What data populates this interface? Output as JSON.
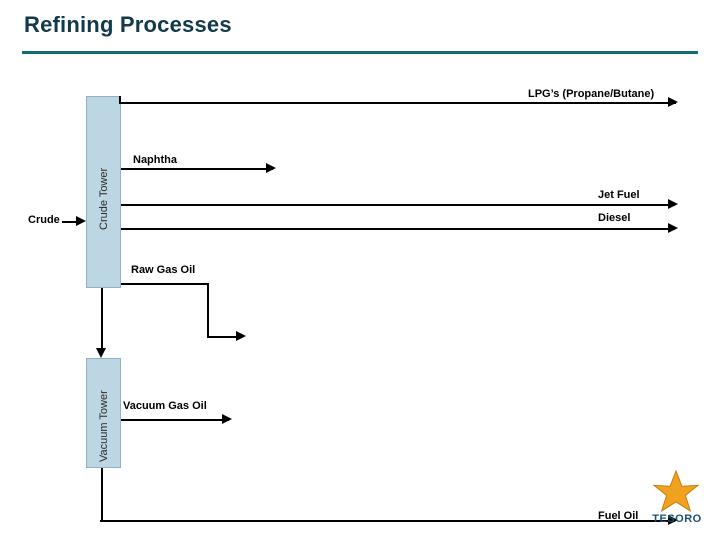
{
  "slide": {
    "title": "Refining Processes",
    "accent_color": "#146b73",
    "title_color": "#123a4a",
    "background": "#ffffff"
  },
  "towers": [
    {
      "name": "crude-tower",
      "label": "Crude Tower",
      "fill": "#bcd6e3"
    },
    {
      "name": "vacuum-tower",
      "label": "Vacuum Tower",
      "fill": "#bcd6e3"
    }
  ],
  "streams": {
    "feed": "Crude",
    "lpg": "LPG’s (Propane/Butane)",
    "naphtha": "Naphtha",
    "jet_fuel": "Jet Fuel",
    "diesel": "Diesel",
    "raw_gas_oil": "Raw Gas Oil",
    "vacuum_gas_oil": "Vacuum Gas Oil",
    "fuel_oil": "Fuel Oil"
  },
  "logo": {
    "name": "tesoro-logo",
    "text": "TESORO",
    "star_color": "#f0a11e",
    "text_color": "#1b4f72"
  }
}
